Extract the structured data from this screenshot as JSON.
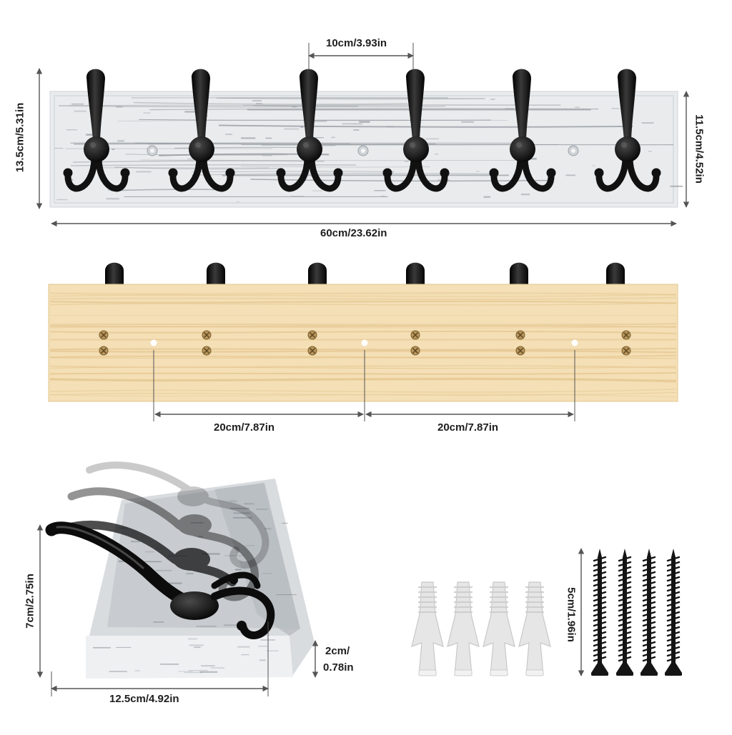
{
  "product": {
    "front_view": {
      "spacing_label": "10cm/3.93in",
      "total_height_label": "13.5cm/5.31in",
      "board_height_label": "11.5cm/4.52in",
      "width_label": "60cm/23.62in"
    },
    "back_view": {
      "hole_spacing_left_label": "20cm/7.87in",
      "hole_spacing_right_label": "20cm/7.87in"
    },
    "side_view": {
      "hook_height_label": "7cm/2.75in",
      "depth_label": "12.5cm/4.92in",
      "thickness_label_line1": "2cm/",
      "thickness_label_line2": "0.78in"
    },
    "hardware": {
      "screw_length_label": "5cm/1.96in",
      "anchor_count": 4,
      "screw_count": 4
    },
    "hook_count": 6
  },
  "colors": {
    "board_white": "#e9ebed",
    "board_grain": "#8f959b",
    "wood_back": "#f4dfb6",
    "hook_black": "#111111",
    "dimension_line": "#555555",
    "anchor_plastic": "#e6e6e6",
    "screw_black": "#151515",
    "brass_screw": "#b8955a"
  }
}
